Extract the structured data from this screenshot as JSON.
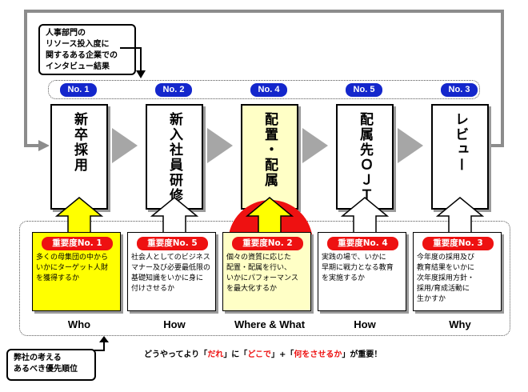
{
  "top_callout": {
    "lines": [
      "人事部門の",
      "リソース投入度に",
      "関するある企業での",
      "インタビュー結果"
    ]
  },
  "bottom_callout": {
    "lines": [
      "弊社の考える",
      "あるべき優先順位"
    ]
  },
  "steps": [
    {
      "badge": "No. 1",
      "title": "新卒採用",
      "highlight": false
    },
    {
      "badge": "No. 2",
      "title": "新入社員研修",
      "highlight": false
    },
    {
      "badge": "No. 4",
      "title": "配置・配属",
      "highlight": true
    },
    {
      "badge": "No. 5",
      "title": "配属先ＯＪＴ",
      "highlight": false
    },
    {
      "badge": "No. 3",
      "title": "レビュー",
      "highlight": false
    }
  ],
  "cards": [
    {
      "badge": "重要度No. 1",
      "lines": [
        "多くの母集団の中から",
        "いかにターゲット人財",
        "を獲得するか"
      ],
      "fill": "#ffff00"
    },
    {
      "badge": "重要度No. 5",
      "lines": [
        "社会人としてのビジネス",
        "マナー及び必要最低限の",
        "基礎知識をいかに身に",
        "付けさせるか"
      ],
      "fill": "#ffffff"
    },
    {
      "badge": "重要度No. 2",
      "lines": [
        "個々の資質に応じた",
        "配置・配属を行い、",
        "いかにパフォーマンス",
        "を最大化するか"
      ],
      "fill": "#ffffc6"
    },
    {
      "badge": "重要度No. 4",
      "lines": [
        "実践の場で、いかに",
        "早期に戦力となる教育",
        "を実施するか"
      ],
      "fill": "#ffffff"
    },
    {
      "badge": "重要度No. 3",
      "lines": [
        "今年度の採用及び",
        "教育結果をいかに",
        "次年度採用方針・",
        "採用/育成活動に",
        "生かすか"
      ],
      "fill": "#ffffff"
    }
  ],
  "column_labels": [
    "Who",
    "How",
    "Where & What",
    "How",
    "Why"
  ],
  "footer": {
    "prefix": "どうやってより「",
    "who": "だれ",
    "mid1": "」に「",
    "where": "どこで",
    "mid2": "」+「",
    "what": "何をさせるか",
    "suffix": "」が重要！"
  },
  "colors": {
    "badge_blue": "#1427cc",
    "badge_red": "#ee1111",
    "highlight_yellow": "#ffff00",
    "light_yellow": "#ffffc6",
    "chevron_gray": "#a6a6a6",
    "loop_gray": "#8c8c8c"
  }
}
